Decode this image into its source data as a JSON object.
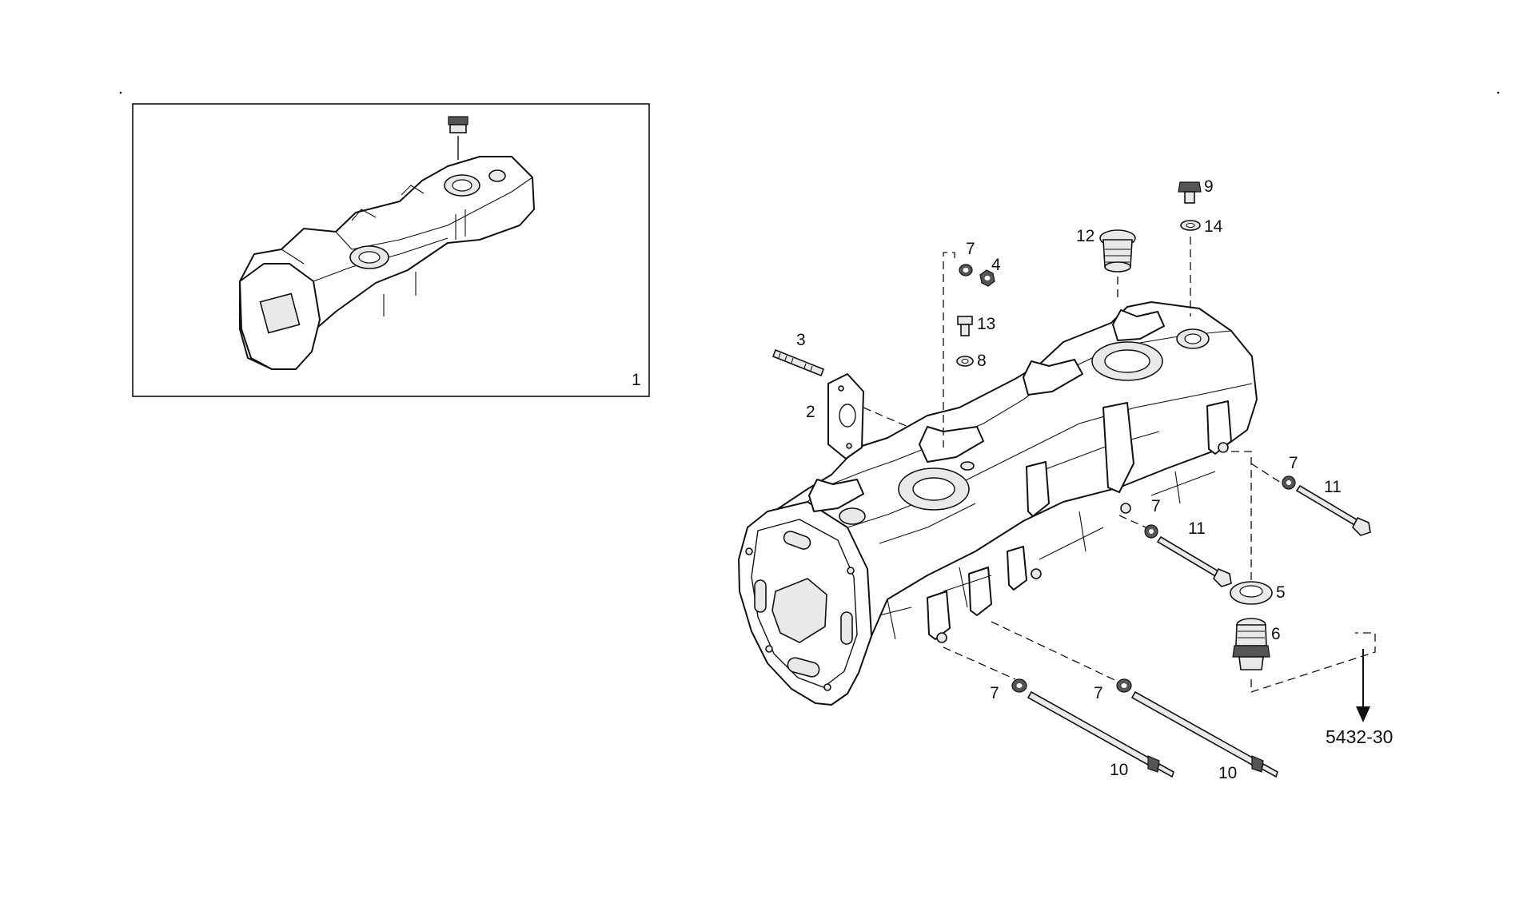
{
  "inset": {
    "label": "1"
  },
  "callouts": [
    {
      "id": "c3",
      "text": "3"
    },
    {
      "id": "c2",
      "text": "2"
    },
    {
      "id": "c7a",
      "text": "7"
    },
    {
      "id": "c4",
      "text": "4"
    },
    {
      "id": "c13",
      "text": "13"
    },
    {
      "id": "c8",
      "text": "8"
    },
    {
      "id": "c12",
      "text": "12"
    },
    {
      "id": "c9",
      "text": "9"
    },
    {
      "id": "c14",
      "text": "14"
    },
    {
      "id": "c7b",
      "text": "7"
    },
    {
      "id": "c11a",
      "text": "11"
    },
    {
      "id": "c7c",
      "text": "7"
    },
    {
      "id": "c11b",
      "text": "11"
    },
    {
      "id": "c5",
      "text": "5"
    },
    {
      "id": "c6",
      "text": "6"
    },
    {
      "id": "c7d",
      "text": "7"
    },
    {
      "id": "c7e",
      "text": "7"
    },
    {
      "id": "c10a",
      "text": "10"
    },
    {
      "id": "c10b",
      "text": "10"
    }
  ],
  "reference": {
    "text": "5432-30"
  }
}
